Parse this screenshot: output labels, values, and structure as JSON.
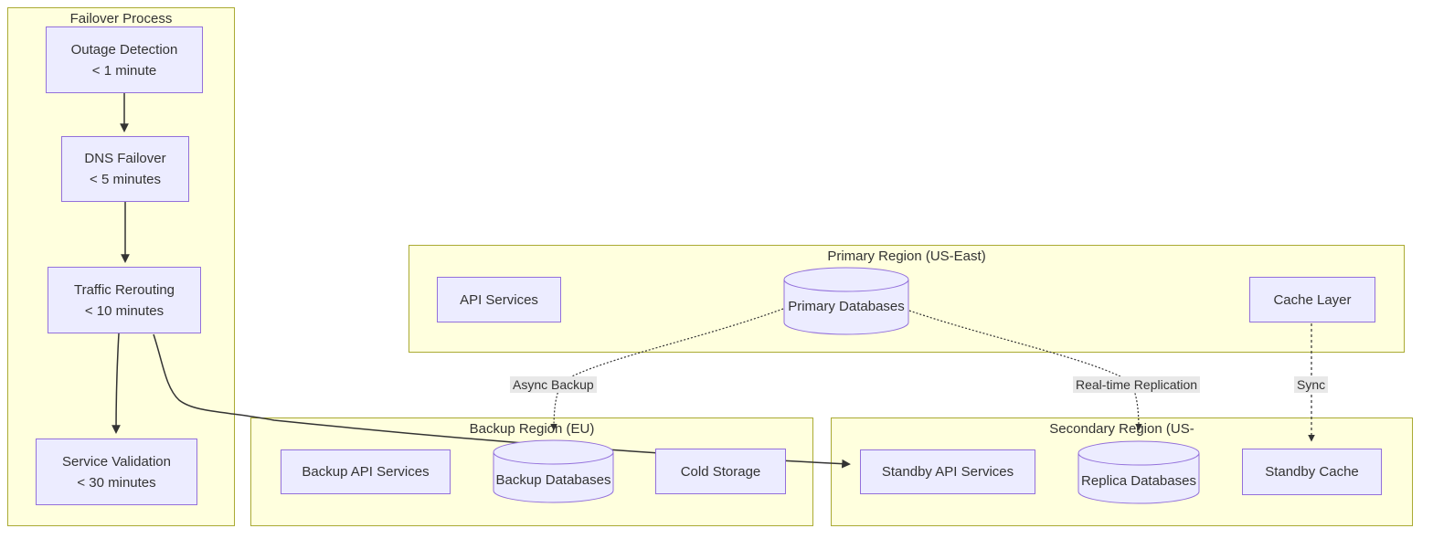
{
  "colors": {
    "background": "#ffffff",
    "cluster_fill": "#ffffde",
    "cluster_border": "#aaaa33",
    "node_fill": "#ECECFF",
    "node_border": "#9370DB",
    "edge": "#333333",
    "edge_label_bg": "#e8e8e8",
    "text": "#333333"
  },
  "clusters": {
    "failover": {
      "title": "Failover Process"
    },
    "primary": {
      "title": "Primary Region (US-East)"
    },
    "backup": {
      "title": "Backup Region (EU)"
    },
    "secondary": {
      "title": "Secondary Region (US-"
    }
  },
  "nodes": {
    "outage": {
      "line1": "Outage Detection",
      "line2": "< 1 minute"
    },
    "dns": {
      "line1": "DNS Failover",
      "line2": "< 5 minutes"
    },
    "traffic": {
      "line1": "Traffic Rerouting",
      "line2": "< 10 minutes"
    },
    "service": {
      "line1": "Service Validation",
      "line2": "< 30 minutes"
    },
    "api": {
      "label": "API Services"
    },
    "primary_db": {
      "label": "Primary Databases"
    },
    "cache": {
      "label": "Cache Layer"
    },
    "backup_api": {
      "label": "Backup API Services"
    },
    "backup_db": {
      "label": "Backup Databases"
    },
    "cold": {
      "label": "Cold Storage"
    },
    "standby_api": {
      "label": "Standby API Services"
    },
    "replica_db": {
      "label": "Replica Databases"
    },
    "standby_cache": {
      "label": "Standby Cache"
    }
  },
  "edge_labels": {
    "async": "Async Backup",
    "realtime": "Real-time Replication",
    "sync": "Sync"
  },
  "edges": [
    {
      "from": "outage",
      "to": "dns",
      "style": "solid",
      "label": ""
    },
    {
      "from": "dns",
      "to": "traffic",
      "style": "solid",
      "label": ""
    },
    {
      "from": "traffic",
      "to": "service",
      "style": "solid",
      "label": ""
    },
    {
      "from": "traffic",
      "to": "standby_api",
      "style": "solid",
      "label": ""
    },
    {
      "from": "primary_db",
      "to": "backup_db",
      "style": "dotted",
      "label": "Async Backup"
    },
    {
      "from": "primary_db",
      "to": "replica_db",
      "style": "dotted",
      "label": "Real-time Replication"
    },
    {
      "from": "cache",
      "to": "standby_cache",
      "style": "dotted",
      "label": "Sync"
    }
  ]
}
